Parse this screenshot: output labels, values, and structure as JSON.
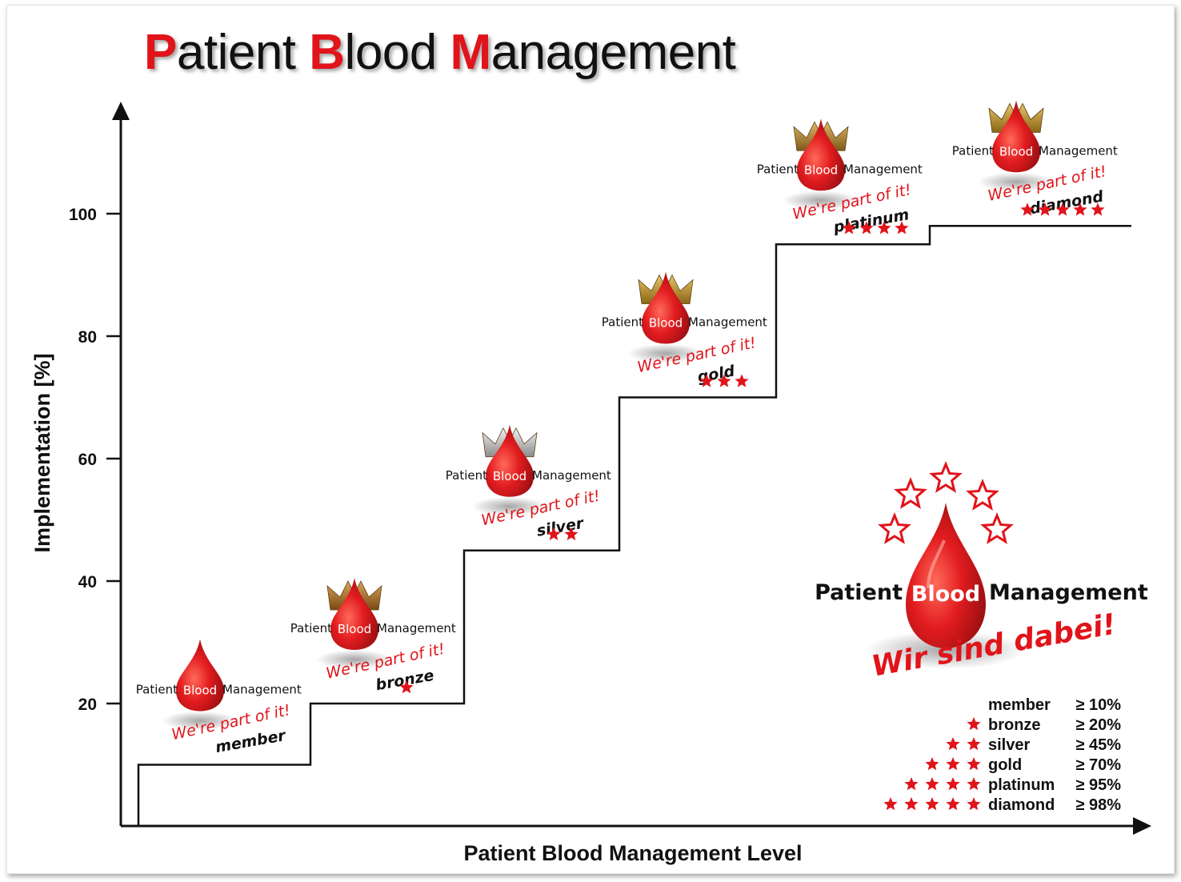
{
  "title": {
    "parts": [
      {
        "init": "P",
        "rest": "atient "
      },
      {
        "init": "B",
        "rest": "lood "
      },
      {
        "init": "M",
        "rest": "anagement"
      }
    ]
  },
  "colors": {
    "accent": "#e0141a",
    "text": "#111111",
    "drop": "#d7191e"
  },
  "chart_data": {
    "type": "step",
    "xlabel": "Patient Blood Management Level",
    "ylabel": "Implementation [%]",
    "yticks": [
      20,
      40,
      60,
      80,
      100
    ],
    "ylim": [
      0,
      115
    ],
    "levels": [
      {
        "name": "member",
        "stars": 0,
        "value": 10,
        "crown": "none"
      },
      {
        "name": "bronze",
        "stars": 1,
        "value": 20,
        "crown": "bronze"
      },
      {
        "name": "silver",
        "stars": 2,
        "value": 45,
        "crown": "silver"
      },
      {
        "name": "gold",
        "stars": 3,
        "value": 70,
        "crown": "gold"
      },
      {
        "name": "platinum",
        "stars": 4,
        "value": 95,
        "crown": "platinum"
      },
      {
        "name": "diamond",
        "stars": 5,
        "value": 98,
        "crown": "diamond"
      }
    ]
  },
  "badge": {
    "word1": "Patient",
    "word2": "Blood",
    "word3": "Management",
    "slogan": "We're part of it!"
  },
  "big_logo": {
    "word1": "Patient",
    "word2": "Blood",
    "word3": "Management",
    "slogan": "Wir sind dabei!"
  },
  "legend": [
    {
      "level": "member",
      "stars": 0,
      "threshold": "≥ 10%"
    },
    {
      "level": "bronze",
      "stars": 1,
      "threshold": "≥ 20%"
    },
    {
      "level": "silver",
      "stars": 2,
      "threshold": "≥ 45%"
    },
    {
      "level": "gold",
      "stars": 3,
      "threshold": "≥ 70%"
    },
    {
      "level": "platinum",
      "stars": 4,
      "threshold": "≥ 95%"
    },
    {
      "level": "diamond",
      "stars": 5,
      "threshold": "≥ 98%"
    }
  ]
}
